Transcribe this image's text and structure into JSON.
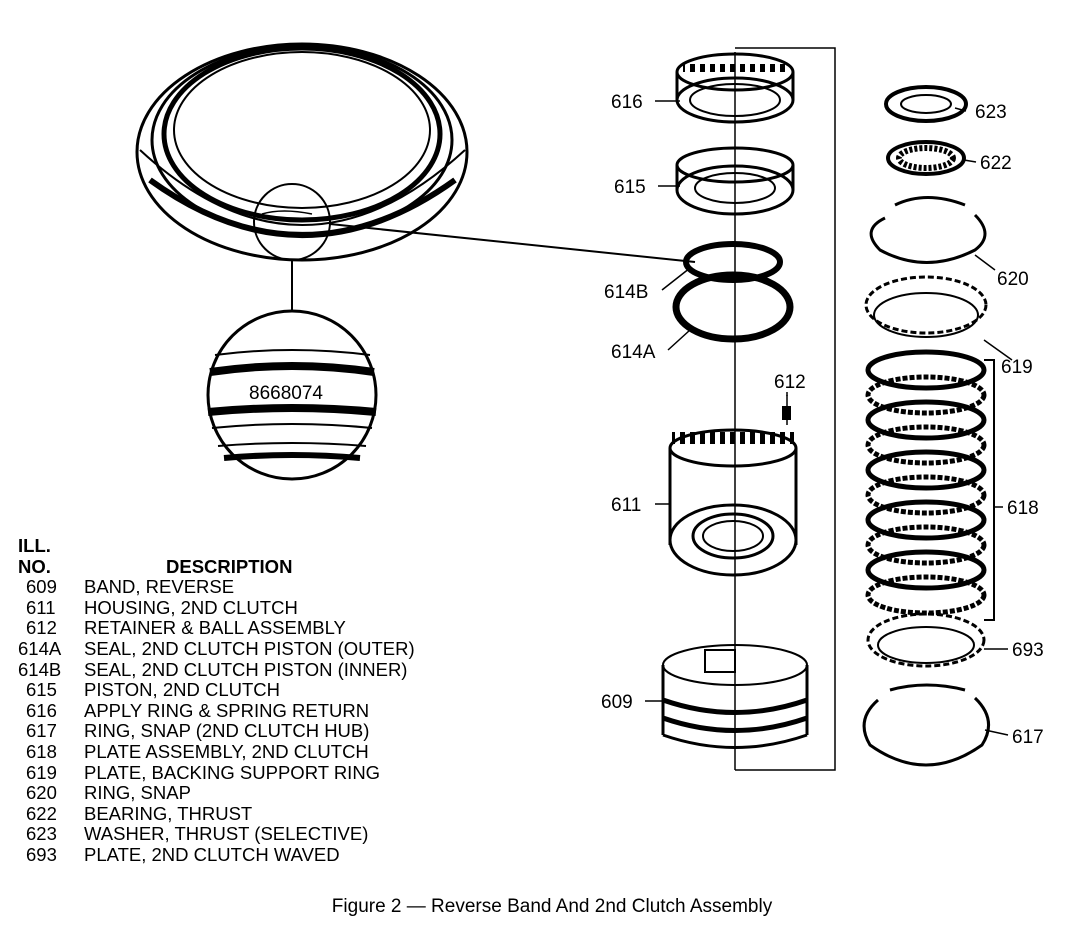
{
  "callouts": {
    "c616": "616",
    "c615": "615",
    "c614b": "614B",
    "c614a": "614A",
    "c612": "612",
    "c611": "611",
    "c609": "609",
    "c623": "623",
    "c622": "622",
    "c620": "620",
    "c619": "619",
    "c618": "618",
    "c693": "693",
    "c617": "617"
  },
  "band_marking": "8668074",
  "legend": {
    "header_ill": "ILL.",
    "header_no": "NO.",
    "header_description": "DESCRIPTION",
    "items": [
      {
        "no": "609",
        "desc": "BAND, REVERSE"
      },
      {
        "no": "611",
        "desc": "HOUSING, 2ND CLUTCH"
      },
      {
        "no": "612",
        "desc": "RETAINER & BALL ASSEMBLY"
      },
      {
        "no": "614A",
        "desc": "SEAL, 2ND CLUTCH PISTON (OUTER)"
      },
      {
        "no": "614B",
        "desc": "SEAL, 2ND CLUTCH PISTON (INNER)"
      },
      {
        "no": "615",
        "desc": "PISTON, 2ND CLUTCH"
      },
      {
        "no": "616",
        "desc": "APPLY RING & SPRING RETURN"
      },
      {
        "no": "617",
        "desc": "RING, SNAP (2ND CLUTCH HUB)"
      },
      {
        "no": "618",
        "desc": "PLATE ASSEMBLY, 2ND CLUTCH"
      },
      {
        "no": "619",
        "desc": "PLATE, BACKING SUPPORT RING"
      },
      {
        "no": "620",
        "desc": "RING, SNAP"
      },
      {
        "no": "622",
        "desc": "BEARING, THRUST"
      },
      {
        "no": "623",
        "desc": "WASHER, THRUST (SELECTIVE)"
      },
      {
        "no": "693",
        "desc": "PLATE, 2ND CLUTCH WAVED"
      }
    ]
  },
  "caption": "Figure 2 — Reverse Band And 2nd Clutch Assembly"
}
